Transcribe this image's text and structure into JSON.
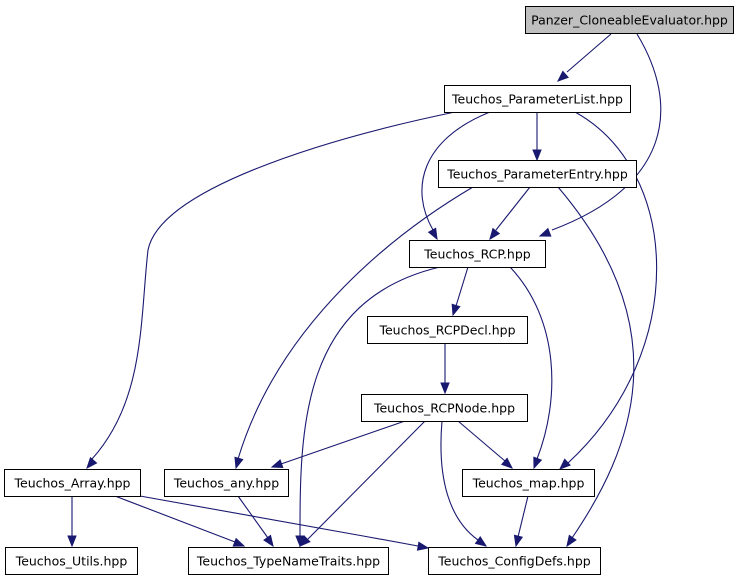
{
  "diagram": {
    "colors": {
      "edge": "#191970",
      "node_fill": "#ffffff",
      "root_fill": "#bfbfbf",
      "node_border": "#000000"
    },
    "nodes": [
      {
        "id": "cloneable",
        "label": "Panzer_CloneableEvaluator.hpp",
        "root": true
      },
      {
        "id": "plist",
        "label": "Teuchos_ParameterList.hpp"
      },
      {
        "id": "pentry",
        "label": "Teuchos_ParameterEntry.hpp"
      },
      {
        "id": "rcp",
        "label": "Teuchos_RCP.hpp"
      },
      {
        "id": "rcpdecl",
        "label": "Teuchos_RCPDecl.hpp"
      },
      {
        "id": "rcpnode",
        "label": "Teuchos_RCPNode.hpp"
      },
      {
        "id": "array",
        "label": "Teuchos_Array.hpp"
      },
      {
        "id": "any",
        "label": "Teuchos_any.hpp"
      },
      {
        "id": "map",
        "label": "Teuchos_map.hpp"
      },
      {
        "id": "utils",
        "label": "Teuchos_Utils.hpp"
      },
      {
        "id": "tnt",
        "label": "Teuchos_TypeNameTraits.hpp"
      },
      {
        "id": "config",
        "label": "Teuchos_ConfigDefs.hpp"
      }
    ],
    "edges": [
      {
        "from": "cloneable",
        "to": "plist"
      },
      {
        "from": "cloneable",
        "to": "rcp"
      },
      {
        "from": "plist",
        "to": "pentry"
      },
      {
        "from": "plist",
        "to": "rcp"
      },
      {
        "from": "plist",
        "to": "array"
      },
      {
        "from": "plist",
        "to": "map"
      },
      {
        "from": "pentry",
        "to": "rcp"
      },
      {
        "from": "pentry",
        "to": "any"
      },
      {
        "from": "pentry",
        "to": "config"
      },
      {
        "from": "rcp",
        "to": "rcpdecl"
      },
      {
        "from": "rcp",
        "to": "tnt"
      },
      {
        "from": "rcp",
        "to": "map"
      },
      {
        "from": "rcpdecl",
        "to": "rcpnode"
      },
      {
        "from": "rcpnode",
        "to": "any"
      },
      {
        "from": "rcpnode",
        "to": "map"
      },
      {
        "from": "rcpnode",
        "to": "tnt"
      },
      {
        "from": "rcpnode",
        "to": "config"
      },
      {
        "from": "array",
        "to": "utils"
      },
      {
        "from": "array",
        "to": "tnt"
      },
      {
        "from": "array",
        "to": "config"
      },
      {
        "from": "any",
        "to": "tnt"
      },
      {
        "from": "map",
        "to": "config"
      }
    ]
  }
}
